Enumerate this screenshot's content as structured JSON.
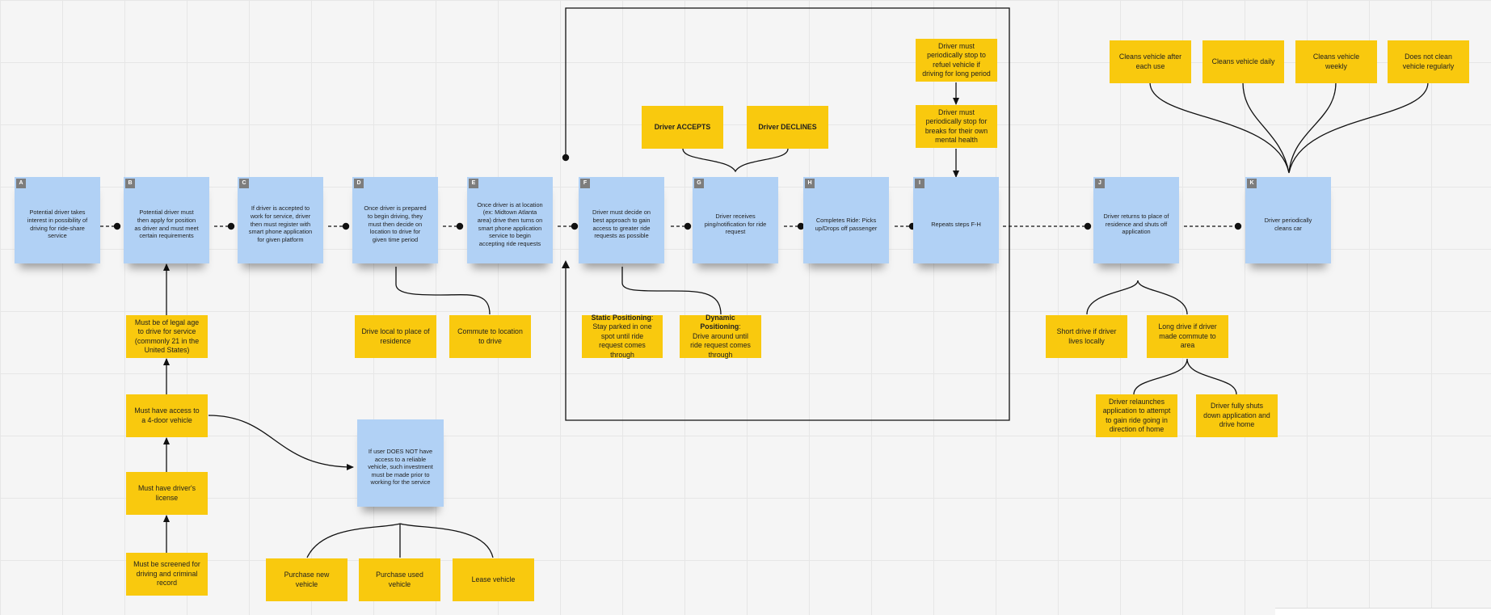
{
  "colors": {
    "canvas": "#f5f5f5",
    "grid": "#e6e6e6",
    "blue_note": "#b1d1f5",
    "yellow_note": "#f9c90e",
    "connector": "#111111",
    "tag": "#7d7d7d"
  },
  "steps": [
    {
      "tag": "A",
      "text": "Potential driver takes interest in possibility of driving for ride-share service"
    },
    {
      "tag": "B",
      "text": "Potential driver must then apply for position as driver and must meet certain requirements"
    },
    {
      "tag": "C",
      "text": "If driver is accepted to work for service, driver then must register with smart phone application for given platform"
    },
    {
      "tag": "D",
      "text": "Once driver is prepared to begin driving, they must then decide on location to drive for given time period"
    },
    {
      "tag": "E",
      "text": "Once driver is at location (ex: Midtown Atlanta area) drive then turns on smart phone application service to begin accepting ride requests"
    },
    {
      "tag": "F",
      "text": "Driver must decide on best approach to gain access to greater ride requests as possible"
    },
    {
      "tag": "G",
      "text": "Driver receives ping/notification for ride request"
    },
    {
      "tag": "H",
      "text": "Completes Ride: Picks up/Drops off passenger"
    },
    {
      "tag": "I",
      "text": "Repeats steps F-H"
    },
    {
      "tag": "J",
      "text": "Driver returns to place of residence and shuts off application"
    },
    {
      "tag": "K",
      "text": "Driver periodically cleans car"
    }
  ],
  "vehicle_note": "If user DOES NOT have access to a reliable vehicle, such investment must be made prior to working for the service",
  "requirements": [
    "Must be of legal age to drive for service (commonly 21 in the United States)",
    "Must have access to a 4-door vehicle",
    "Must have driver's license",
    "Must be screened for driving and criminal record"
  ],
  "vehicle_options": [
    "Purchase new vehicle",
    "Purchase used vehicle",
    "Lease vehicle"
  ],
  "location_options": [
    "Drive local to place of residence",
    "Commute to location to drive"
  ],
  "positioning": {
    "static_label": "Static Positioning",
    "static_text": "Stay parked in one spot until ride request comes through",
    "dynamic_label": "Dynamic Positioning",
    "dynamic_text": "Drive around until ride request comes through"
  },
  "responses": [
    "Driver ACCEPTS",
    "Driver DECLINES"
  ],
  "breaks": [
    "Driver must periodically stop to refuel vehicle if driving for long period",
    "Driver must periodically stop for breaks for their own mental health"
  ],
  "cleaning": [
    "Cleans vehicle after each use",
    "Cleans vehicle daily",
    "Cleans vehicle weekly",
    "Does not clean vehicle regularly"
  ],
  "commute": [
    "Short drive if driver lives locally",
    "Long drive if driver made commute to area"
  ],
  "long_drive_options": [
    "Driver relaunches application to attempt to gain ride going in direction of home",
    "Driver fully shuts down application and drive home"
  ]
}
